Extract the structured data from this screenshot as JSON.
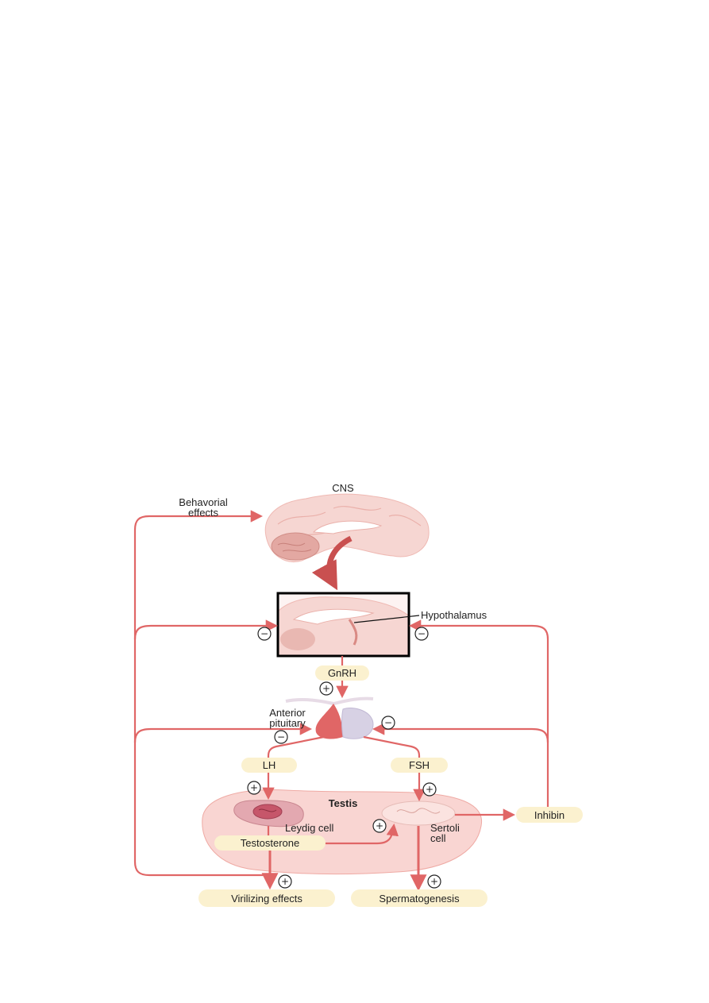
{
  "colors": {
    "arrow": "#e06666",
    "pill": "#fbf1cf",
    "testis_fill": "#f9d5d2",
    "brain": "#f5cfcb",
    "box_border": "#000000"
  },
  "labels": {
    "cns": "CNS",
    "behavioral_line1": "Behavorial",
    "behavioral_line2": "effects",
    "hypothalamus": "Hypothalamus",
    "anterior_line1": "Anterior",
    "anterior_line2": "pituitary",
    "testis": "Testis",
    "leydig": "Leydig cell",
    "sertoli_line1": "Sertoli",
    "sertoli_line2": "cell"
  },
  "hormones": {
    "gnrh": "GnRH",
    "lh": "LH",
    "fsh": "FSH",
    "testosterone": "Testosterone",
    "inhibin": "Inhibin"
  },
  "effects": {
    "virilizing": "Virilizing effects",
    "spermatogenesis": "Spermatogenesis"
  },
  "signs": {
    "plus": "+",
    "minus": "−"
  }
}
